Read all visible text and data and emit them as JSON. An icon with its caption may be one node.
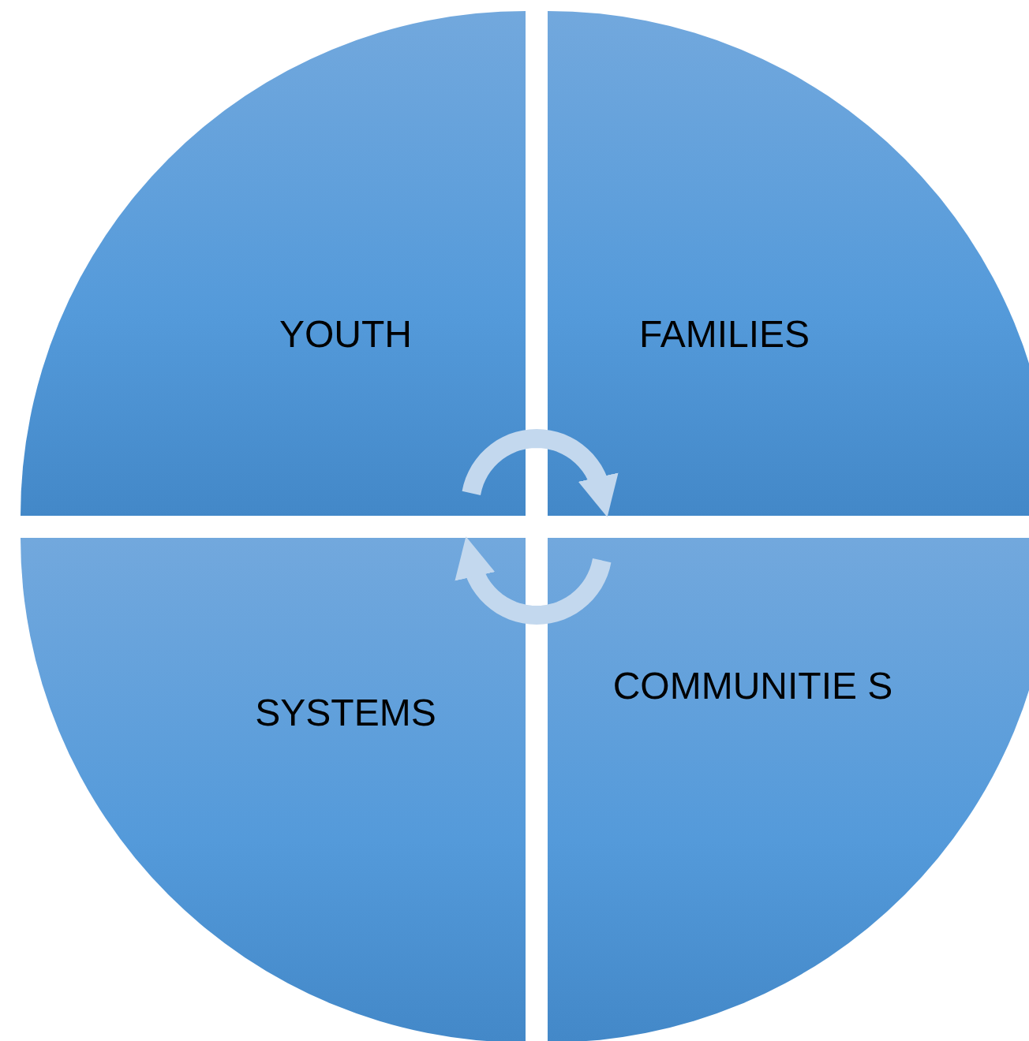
{
  "diagram": {
    "nodes": [
      {
        "text": [
          "YOUTH"
        ]
      },
      {
        "text": [
          "FAMILIES"
        ]
      },
      {
        "text": [
          "SYSTEMS"
        ]
      },
      {
        "text": [
          "COMMUNITIE S"
        ]
      }
    ],
    "edges": [
      {
        "from": 0,
        "to": 1,
        "arrow": "to"
      },
      {
        "from": 3,
        "to": 2,
        "arrow": "to"
      }
    ]
  }
}
